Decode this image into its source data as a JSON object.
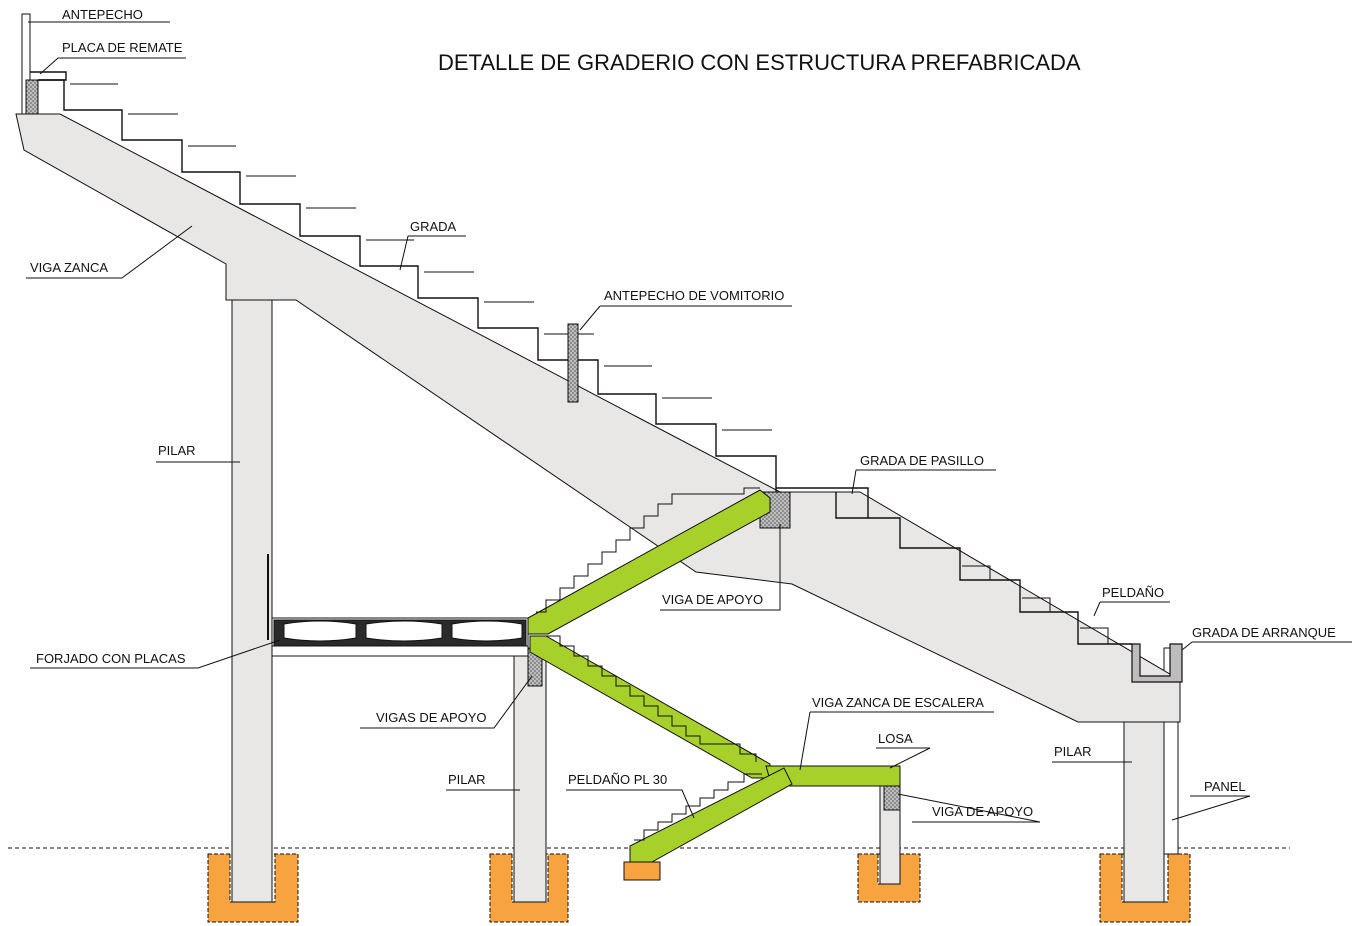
{
  "title": "DETALLE DE GRADERIO CON ESTRUCTURA PREFABRICADA",
  "labels": {
    "antepecho": "ANTEPECHO",
    "placa_remate": "PLACA DE REMATE",
    "grada": "GRADA",
    "viga_zanca": "VIGA ZANCA",
    "antepecho_vomitorio": "ANTEPECHO DE VOMITORIO",
    "pilar_left": "PILAR",
    "grada_pasillo": "GRADA DE PASILLO",
    "peldano": "PELDAÑO",
    "grada_arranque": "GRADA DE ARRANQUE",
    "viga_apoyo_upper": "VIGA DE APOYO",
    "forjado_placas": "FORJADO CON PLACAS",
    "vigas_apoyo": "VIGAS DE APOYO",
    "viga_zanca_escalera": "VIGA ZANCA DE ESCALERA",
    "losa": "LOSA",
    "pilar_mid": "PILAR",
    "peldano_pl30": "PELDAÑO PL 30",
    "viga_apoyo_lower": "VIGA DE APOYO",
    "pilar_right": "PILAR",
    "panel": "PANEL"
  },
  "colors": {
    "concrete": "#e9e6e6",
    "stair_green": "#a7d12a",
    "foundation_orange": "#f7a440",
    "hatch_grey": "#9e9e9e",
    "line": "#111111"
  }
}
